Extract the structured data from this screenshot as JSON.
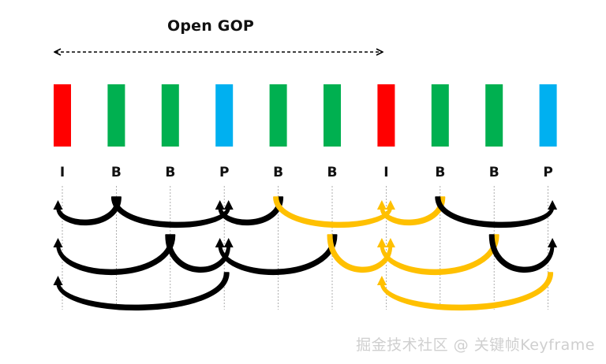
{
  "title": "Open GOP",
  "watermark": "掘金技术社区 @ 关键帧Keyframe",
  "colors": {
    "I": "#ff0000",
    "B": "#00b050",
    "P": "#00b0f0",
    "arrow_black": "#000000",
    "arrow_gold": "#ffc000",
    "guide": "#9a9a9a"
  },
  "frames": [
    {
      "type": "I",
      "label": "I"
    },
    {
      "type": "B",
      "label": "B"
    },
    {
      "type": "B",
      "label": "B"
    },
    {
      "type": "P",
      "label": "P"
    },
    {
      "type": "B",
      "label": "B"
    },
    {
      "type": "B",
      "label": "B"
    },
    {
      "type": "I",
      "label": "I"
    },
    {
      "type": "B",
      "label": "B"
    },
    {
      "type": "B",
      "label": "B"
    },
    {
      "type": "P",
      "label": "P"
    }
  ],
  "references": [
    {
      "from": 1,
      "to": 0,
      "row": 0,
      "color": "black"
    },
    {
      "from": 1,
      "to": 3,
      "row": 0,
      "color": "black"
    },
    {
      "from": 4,
      "to": 3,
      "row": 0,
      "color": "black"
    },
    {
      "from": 4,
      "to": 6,
      "row": 0,
      "color": "gold"
    },
    {
      "from": 7,
      "to": 6,
      "row": 0,
      "color": "gold"
    },
    {
      "from": 7,
      "to": 9,
      "row": 0,
      "color": "black"
    },
    {
      "from": 2,
      "to": 0,
      "row": 1,
      "color": "black"
    },
    {
      "from": 2,
      "to": 3,
      "row": 1,
      "color": "black"
    },
    {
      "from": 5,
      "to": 3,
      "row": 1,
      "color": "black"
    },
    {
      "from": 5,
      "to": 6,
      "row": 1,
      "color": "gold"
    },
    {
      "from": 8,
      "to": 6,
      "row": 1,
      "color": "gold"
    },
    {
      "from": 8,
      "to": 9,
      "row": 1,
      "color": "black"
    },
    {
      "from": 3,
      "to": 0,
      "row": 2,
      "color": "black"
    },
    {
      "from": 9,
      "to": 6,
      "row": 2,
      "color": "gold"
    }
  ]
}
